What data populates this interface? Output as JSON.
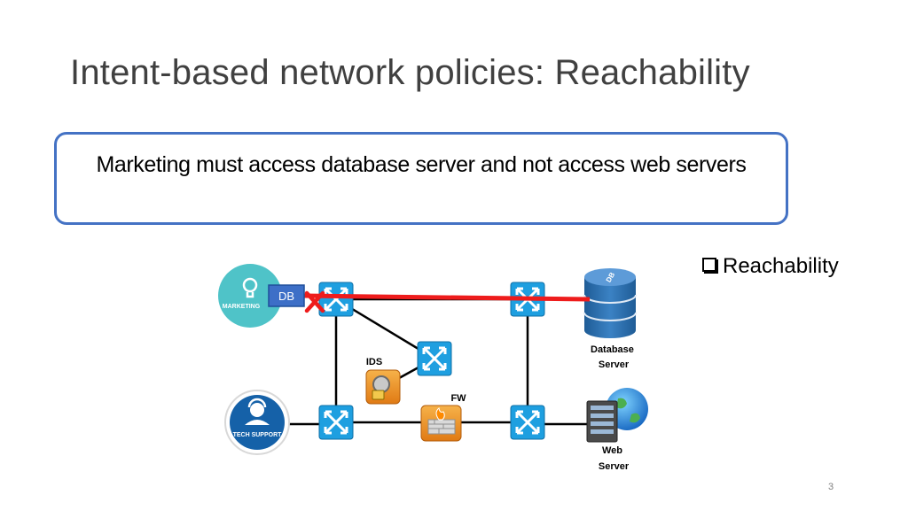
{
  "slide": {
    "title": "Intent-based network policies: Reachability",
    "intent": "Marketing must access database server and not access web servers",
    "bullet": "Reachability",
    "page_number": "3"
  },
  "nodes": {
    "marketing": "MARKETING",
    "db_tag": "DB",
    "tech_support": "TECH SUPPORT",
    "ids": "IDS",
    "fw": "FW",
    "database_server": [
      "Database",
      "Server"
    ],
    "web_server": [
      "Web",
      "Server"
    ],
    "db_cylinder": "DB"
  },
  "colors": {
    "accent": "#4472c4",
    "switch": "#1e9fe0",
    "marketing": "#4fc3c8",
    "tech_support": "#1561a8",
    "database": "#2f6fab",
    "block": "#ee1c1c"
  },
  "icons": [
    "lightbulb-icon",
    "headset-icon",
    "switch-icon",
    "lock-icon",
    "firewall-icon",
    "database-icon",
    "globe-icon",
    "server-icon",
    "block-x-icon"
  ]
}
